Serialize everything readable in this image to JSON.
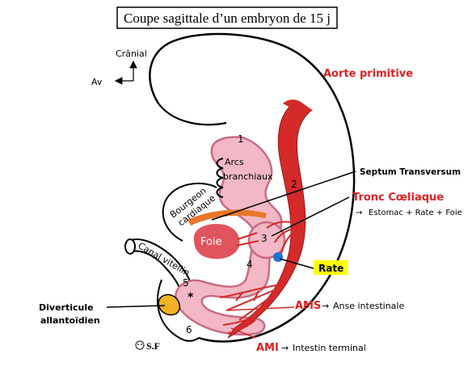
{
  "title": "Coupe sagittale d’un embryon de 15 j",
  "orientation": {
    "cranial": "Crânial",
    "anterior": "Av"
  },
  "labels": {
    "aorte": "Aorte primitive",
    "septum": "Septum Transversum",
    "tronc": "Tronc Cœliaque",
    "tronc_note": "Estomac + Rate + Foie",
    "rate": "Rate",
    "ams": "AMS",
    "ams_note": "Anse intestinale",
    "ami": "AMI",
    "ami_note": "Intestin terminal",
    "arcs_line1": "Arcs",
    "arcs_line2": "branchiaux",
    "bourgeon_line1": "Bourgeon",
    "bourgeon_line2": "cardiaque",
    "foie": "Foie",
    "canal": "Canal vitellin",
    "diverticule_line1": "Diverticule",
    "diverticule_line2": "allantoïdien",
    "asterisk": "*",
    "n1": "1",
    "n2": "2",
    "n3": "3",
    "n4": "4",
    "n5": "5",
    "n6": "6",
    "arrow": "→",
    "signature": "S.F"
  },
  "colors": {
    "artery": "#d42a2a",
    "gut": "#f2b8c6",
    "gut_stroke": "#c96b85",
    "liver": "#e0545e",
    "septum": "#e8772a",
    "spleen": "#1a73d9",
    "yolk": "#f0b323",
    "highlight": "#ffff00",
    "red_text": "#e02020"
  }
}
